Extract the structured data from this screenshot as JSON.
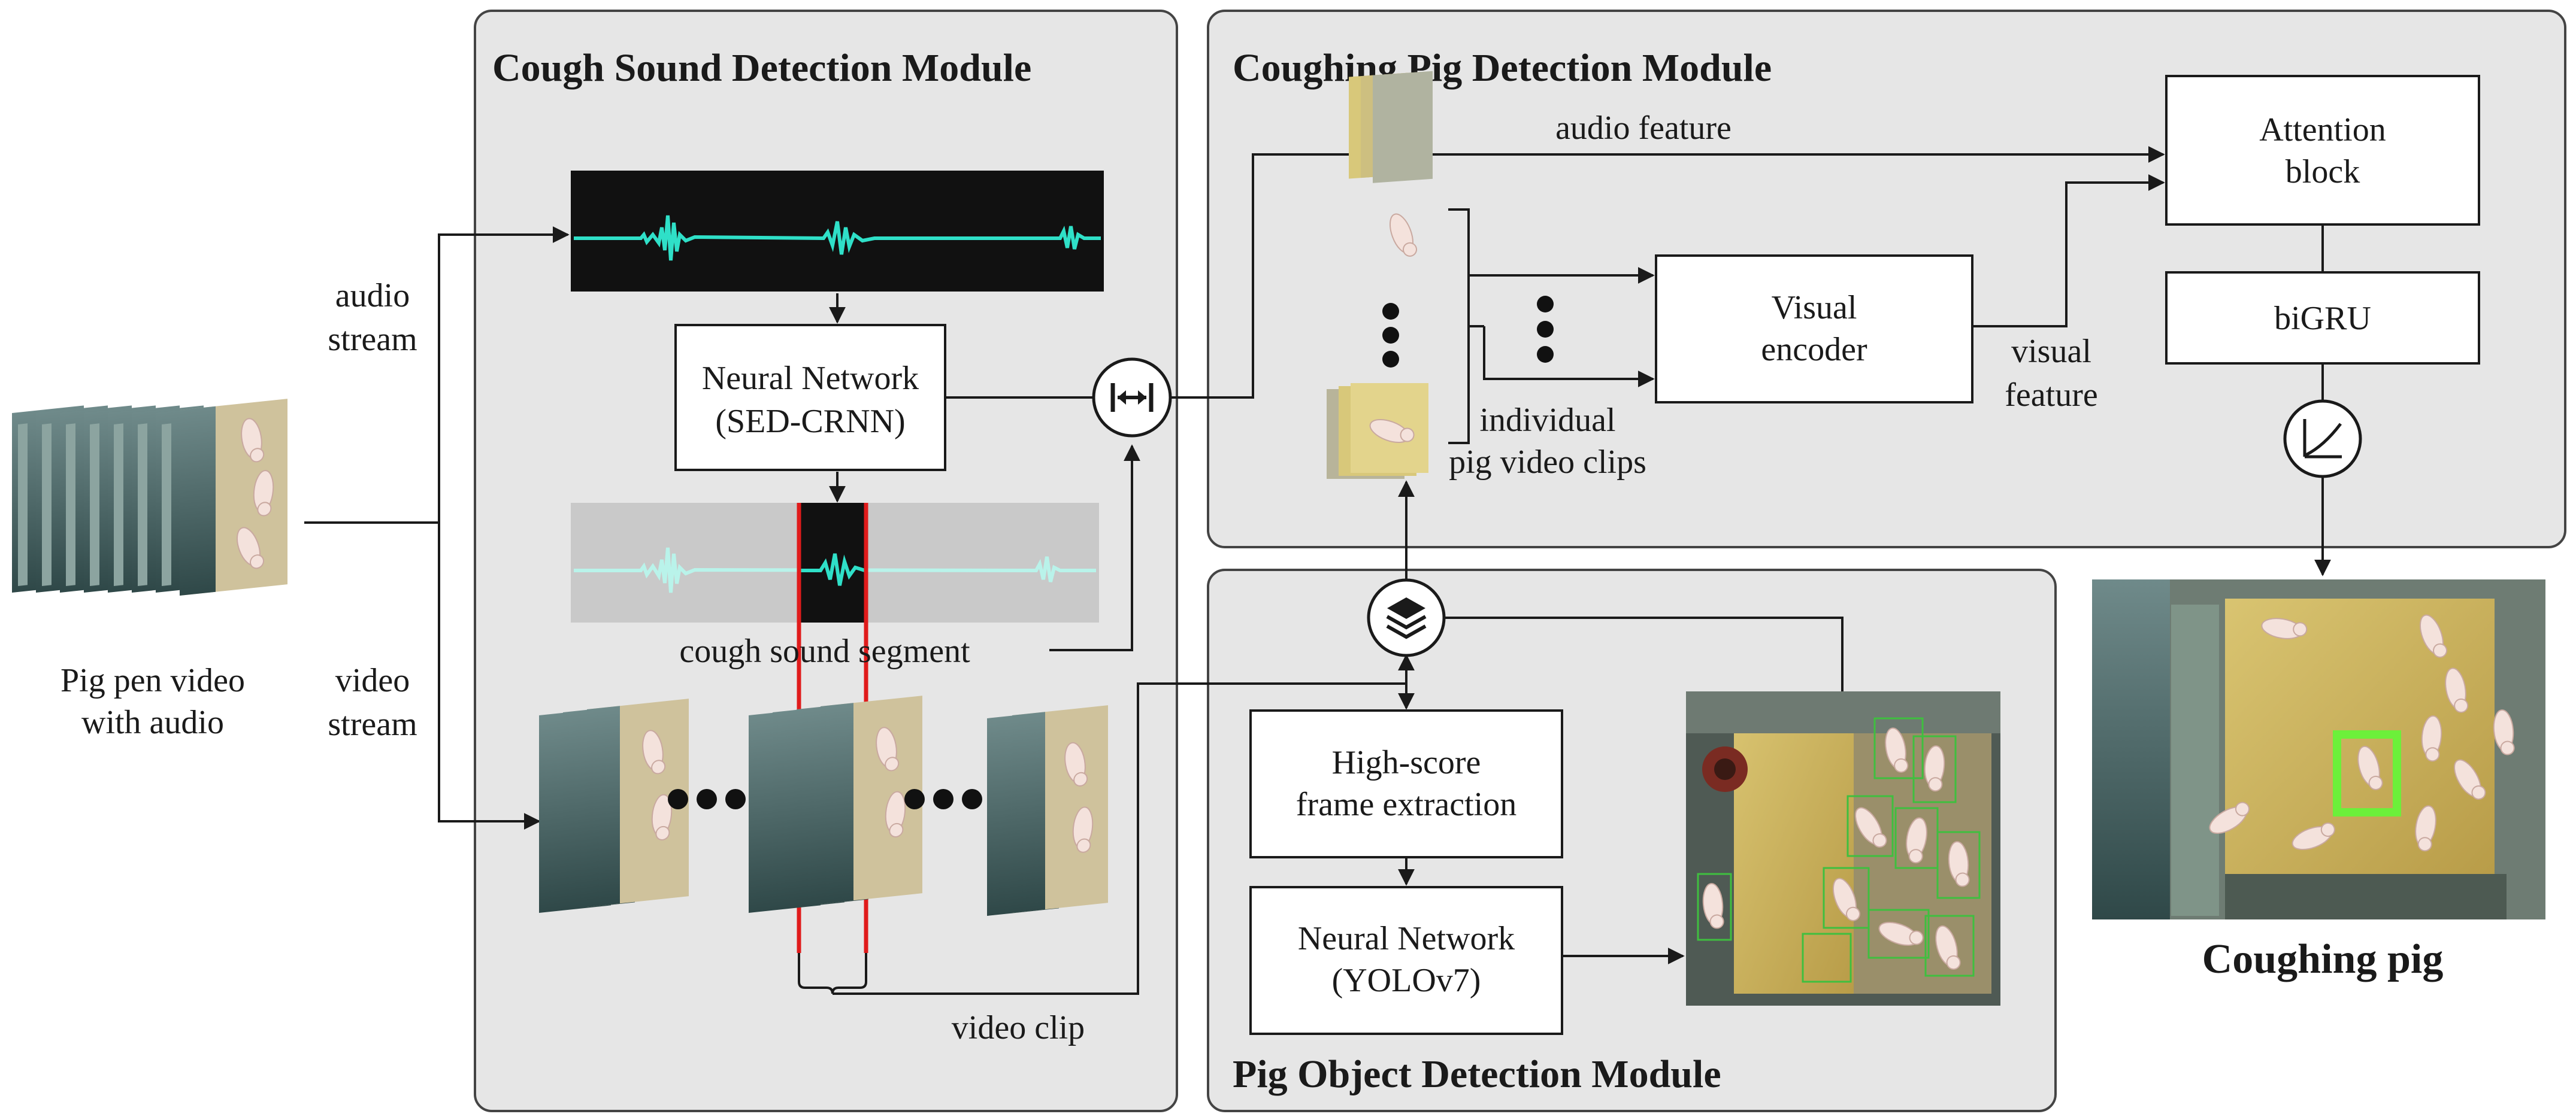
{
  "modules": {
    "cough_sound": {
      "title": "Cough Sound Detection Module"
    },
    "coughing_pig": {
      "title": "Coughing Pig Detection Module"
    },
    "pig_object": {
      "title": "Pig Object Detection Module"
    }
  },
  "input": {
    "caption_line1": "Pig pen video",
    "caption_line2": "with audio"
  },
  "streams": {
    "audio_line1": "audio",
    "audio_line2": "stream",
    "video_line1": "video",
    "video_line2": "stream"
  },
  "sed": {
    "line1": "Neural Network",
    "line2": "(SED-CRNN)"
  },
  "labels": {
    "cough_segment": "cough sound segment",
    "video_clip": "video clip",
    "audio_feature": "audio feature",
    "visual_feature_line1": "visual",
    "visual_feature_line2": "feature",
    "clips_line1": "individual",
    "clips_line2": "pig video clips"
  },
  "blocks": {
    "attention_line1": "Attention",
    "attention_line2": "block",
    "bigru": "biGRU",
    "visual_encoder_line1": "Visual",
    "visual_encoder_line2": "encoder",
    "highscore_line1": "High-score",
    "highscore_line2": "frame extraction",
    "yolo_line1": "Neural Network",
    "yolo_line2": "(YOLOv7)"
  },
  "output": {
    "caption": "Coughing pig"
  },
  "colors": {
    "module_bg": "#e6e6e6",
    "waveform": "#2fe0c8",
    "segment_line": "#e01b1b",
    "highlight_box": "#6cf03a",
    "detect_box": "#3fbf3f"
  },
  "icons": {
    "sync": "sync-icon",
    "layers": "layers-icon",
    "activation": "activation-icon"
  }
}
